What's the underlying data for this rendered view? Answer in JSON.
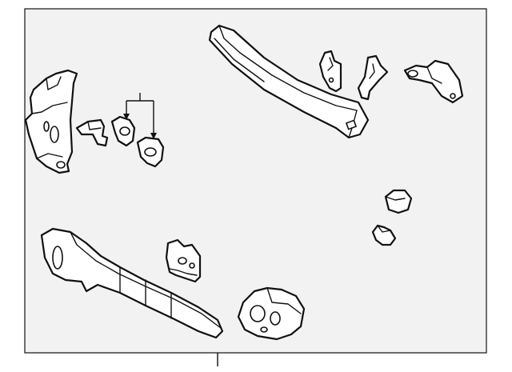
{
  "diagram": {
    "background_color": "#ffffff",
    "panel_color": "#f2f2f2",
    "line_color": "#111111",
    "parts": [
      "left-bracket",
      "clip-a",
      "clip-b",
      "clip-c",
      "upper-rail",
      "mount-bracket-a",
      "mount-bracket-b",
      "mount-bracket-c",
      "lower-rail",
      "lower-plate",
      "lower-mount",
      "grommet-a",
      "grommet-b"
    ]
  }
}
